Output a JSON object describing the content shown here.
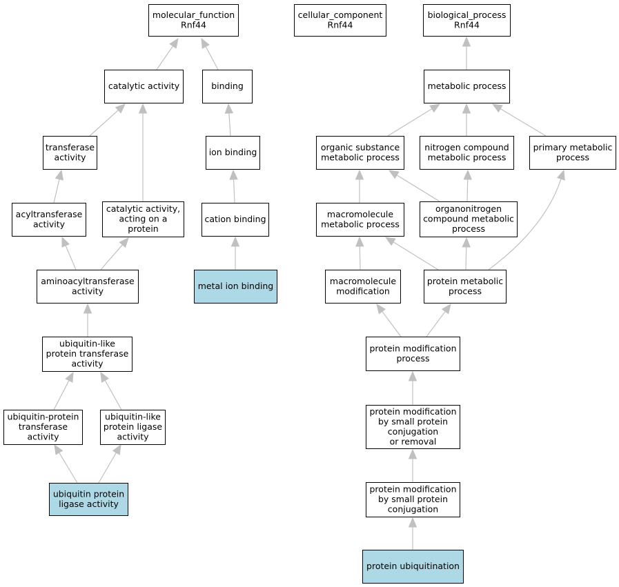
{
  "colors": {
    "highlight_fill": "#add8e6",
    "node_fill": "#ffffff",
    "node_border": "#000000",
    "edge": "#c0c0c0"
  },
  "nodes": [
    {
      "id": "mf_root",
      "lines": [
        "molecular_function",
        "Rnf44"
      ],
      "highlight": false
    },
    {
      "id": "cc_root",
      "lines": [
        "cellular_component",
        "Rnf44"
      ],
      "highlight": false
    },
    {
      "id": "bp_root",
      "lines": [
        "biological_process",
        "Rnf44"
      ],
      "highlight": false
    },
    {
      "id": "catalytic",
      "lines": [
        "catalytic activity"
      ],
      "highlight": false
    },
    {
      "id": "binding",
      "lines": [
        "binding"
      ],
      "highlight": false
    },
    {
      "id": "metabolic",
      "lines": [
        "metabolic process"
      ],
      "highlight": false
    },
    {
      "id": "transferase",
      "lines": [
        "transferase",
        "activity"
      ],
      "highlight": false
    },
    {
      "id": "ion_binding",
      "lines": [
        "ion binding"
      ],
      "highlight": false
    },
    {
      "id": "organic_sub",
      "lines": [
        "organic substance",
        "metabolic process"
      ],
      "highlight": false
    },
    {
      "id": "nitrogen_comp",
      "lines": [
        "nitrogen compound",
        "metabolic process"
      ],
      "highlight": false
    },
    {
      "id": "primary_met",
      "lines": [
        "primary metabolic",
        "process"
      ],
      "highlight": false
    },
    {
      "id": "acyltransferase",
      "lines": [
        "acyltransferase",
        "activity"
      ],
      "highlight": false
    },
    {
      "id": "cat_on_protein",
      "lines": [
        "catalytic activity,",
        "acting on a",
        "protein"
      ],
      "highlight": false
    },
    {
      "id": "cation_binding",
      "lines": [
        "cation binding"
      ],
      "highlight": false
    },
    {
      "id": "macromol_met",
      "lines": [
        "macromolecule",
        "metabolic process"
      ],
      "highlight": false
    },
    {
      "id": "organonitrogen",
      "lines": [
        "organonitrogen",
        "compound metabolic",
        "process"
      ],
      "highlight": false
    },
    {
      "id": "aminoacyl",
      "lines": [
        "aminoacyltransferase",
        "activity"
      ],
      "highlight": false
    },
    {
      "id": "metal_ion",
      "lines": [
        "metal ion binding"
      ],
      "highlight": true
    },
    {
      "id": "macromol_mod",
      "lines": [
        "macromolecule",
        "modification"
      ],
      "highlight": false
    },
    {
      "id": "protein_met",
      "lines": [
        "protein metabolic",
        "process"
      ],
      "highlight": false
    },
    {
      "id": "ubl_transferase",
      "lines": [
        "ubiquitin-like",
        "protein transferase",
        "activity"
      ],
      "highlight": false
    },
    {
      "id": "protein_mod",
      "lines": [
        "protein modification",
        "process"
      ],
      "highlight": false
    },
    {
      "id": "ub_prot_transferase",
      "lines": [
        "ubiquitin-protein",
        "transferase",
        "activity"
      ],
      "highlight": false
    },
    {
      "id": "ubl_ligase",
      "lines": [
        "ubiquitin-like",
        "protein ligase",
        "activity"
      ],
      "highlight": false
    },
    {
      "id": "pm_small_conj_rem",
      "lines": [
        "protein modification",
        "by small protein",
        "conjugation",
        "or removal"
      ],
      "highlight": false
    },
    {
      "id": "ub_ligase",
      "lines": [
        "ubiquitin protein",
        "ligase activity"
      ],
      "highlight": true
    },
    {
      "id": "pm_small_conj",
      "lines": [
        "protein modification",
        "by small protein",
        "conjugation"
      ],
      "highlight": false
    },
    {
      "id": "prot_ubiq",
      "lines": [
        "protein ubiquitination"
      ],
      "highlight": true
    }
  ],
  "edges": [
    {
      "from": "catalytic",
      "to": "mf_root"
    },
    {
      "from": "binding",
      "to": "mf_root"
    },
    {
      "from": "transferase",
      "to": "catalytic"
    },
    {
      "from": "cat_on_protein",
      "to": "catalytic"
    },
    {
      "from": "acyltransferase",
      "to": "transferase"
    },
    {
      "from": "aminoacyl",
      "to": "acyltransferase"
    },
    {
      "from": "aminoacyl",
      "to": "cat_on_protein"
    },
    {
      "from": "ubl_transferase",
      "to": "aminoacyl"
    },
    {
      "from": "ub_prot_transferase",
      "to": "ubl_transferase"
    },
    {
      "from": "ubl_ligase",
      "to": "ubl_transferase"
    },
    {
      "from": "ub_ligase",
      "to": "ub_prot_transferase"
    },
    {
      "from": "ub_ligase",
      "to": "ubl_ligase"
    },
    {
      "from": "ion_binding",
      "to": "binding"
    },
    {
      "from": "cation_binding",
      "to": "ion_binding"
    },
    {
      "from": "metal_ion",
      "to": "cation_binding"
    },
    {
      "from": "metabolic",
      "to": "bp_root"
    },
    {
      "from": "organic_sub",
      "to": "metabolic"
    },
    {
      "from": "nitrogen_comp",
      "to": "metabolic"
    },
    {
      "from": "primary_met",
      "to": "metabolic"
    },
    {
      "from": "macromol_met",
      "to": "organic_sub"
    },
    {
      "from": "organonitrogen",
      "to": "organic_sub"
    },
    {
      "from": "organonitrogen",
      "to": "nitrogen_comp"
    },
    {
      "from": "macromol_mod",
      "to": "macromol_met"
    },
    {
      "from": "protein_met",
      "to": "macromol_met"
    },
    {
      "from": "protein_met",
      "to": "organonitrogen"
    },
    {
      "from": "protein_met",
      "to": "primary_met"
    },
    {
      "from": "protein_mod",
      "to": "macromol_mod"
    },
    {
      "from": "protein_mod",
      "to": "protein_met"
    },
    {
      "from": "pm_small_conj_rem",
      "to": "protein_mod"
    },
    {
      "from": "pm_small_conj",
      "to": "pm_small_conj_rem"
    },
    {
      "from": "prot_ubiq",
      "to": "pm_small_conj"
    }
  ]
}
